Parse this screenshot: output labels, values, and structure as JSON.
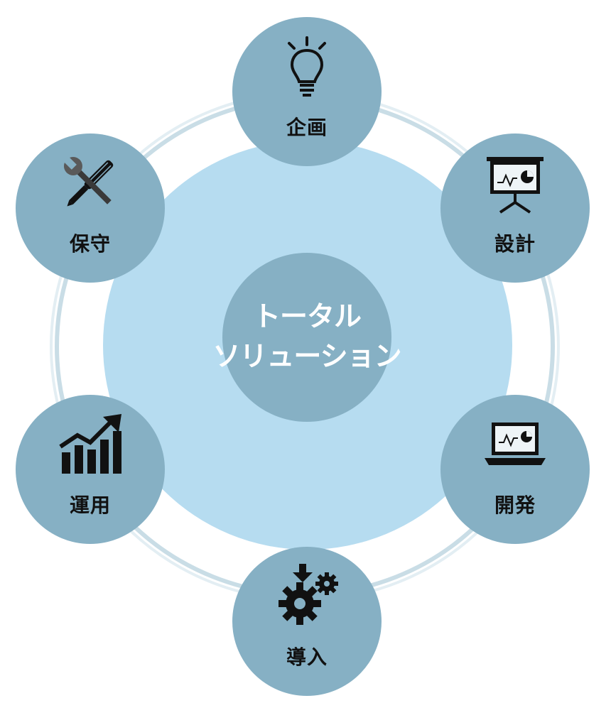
{
  "center": {
    "line1": "トータル",
    "line2": "ソリューション"
  },
  "nodes": {
    "plan": {
      "label": "企画",
      "icon": "lightbulb-icon"
    },
    "design": {
      "label": "設計",
      "icon": "presentation-board-icon"
    },
    "dev": {
      "label": "開発",
      "icon": "laptop-chart-icon"
    },
    "intro": {
      "label": "導入",
      "icon": "gears-download-icon"
    },
    "ops": {
      "label": "運用",
      "icon": "growth-chart-icon"
    },
    "maint": {
      "label": "保守",
      "icon": "wrench-screwdriver-icon"
    }
  },
  "colors": {
    "node": "#86b0c4",
    "halo": "#b6dcf0",
    "ring": "#c9dde6",
    "label": "#111111",
    "center_text": "#ffffff"
  }
}
